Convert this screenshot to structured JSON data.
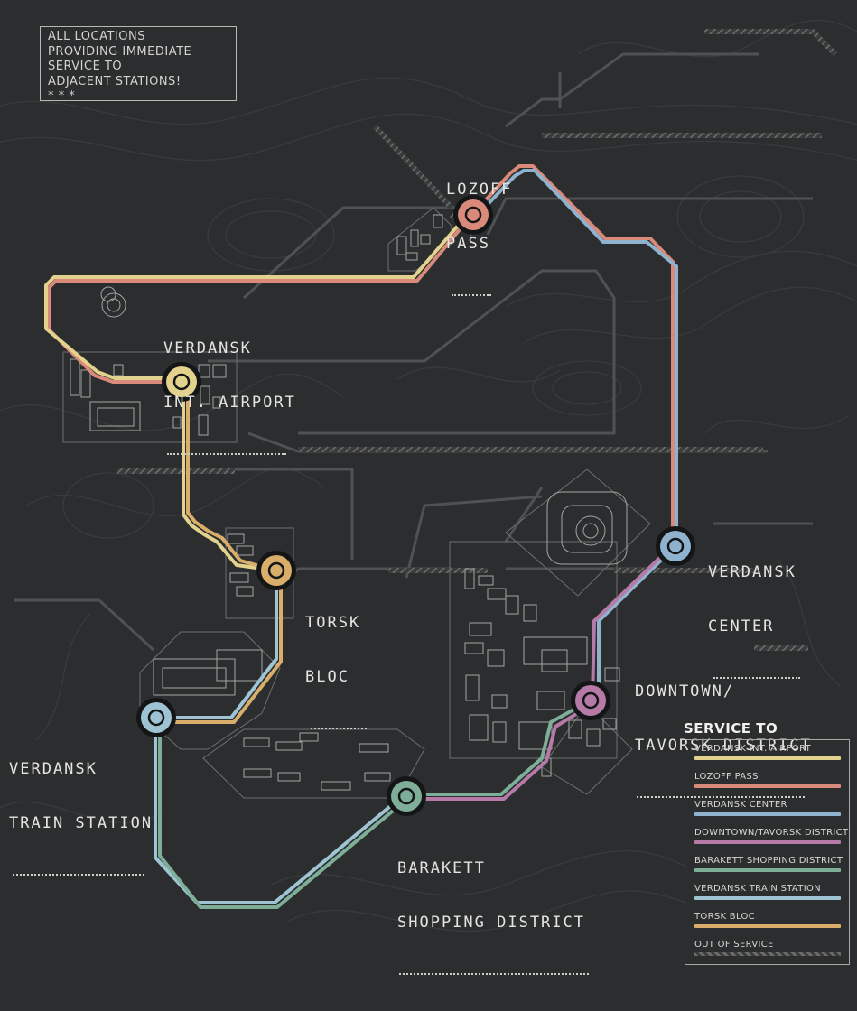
{
  "notice": {
    "lines": [
      "ALL LOCATIONS",
      "PROVIDING IMMEDIATE",
      "SERVICE TO",
      "ADJACENT STATIONS!",
      "* * *"
    ]
  },
  "stations": [
    {
      "key": "airport",
      "line1": "VERDANSK",
      "line2": "INT. AIRPORT",
      "color": "#e2d28d"
    },
    {
      "key": "lozoff",
      "line1": "LOZOFF",
      "line2": "PASS",
      "color": "#d98a7a"
    },
    {
      "key": "center",
      "line1": "VERDANSK",
      "line2": "CENTER",
      "color": "#8fb2cf"
    },
    {
      "key": "downtown",
      "line1": "DOWNTOWN/",
      "line2": "TAVORSK DISTRICT",
      "color": "#b57aa8"
    },
    {
      "key": "barakett",
      "line1": "BARAKETT",
      "line2": "SHOPPING DISTRICT",
      "color": "#7fae98"
    },
    {
      "key": "train",
      "line1": "VERDANSK",
      "line2": "TRAIN STATION",
      "color": "#9ec3d3"
    },
    {
      "key": "torsk",
      "line1": "TORSK",
      "line2": "BLOC",
      "color": "#d9ad6a"
    }
  ],
  "legend": {
    "title": "SERVICE TO",
    "items": [
      {
        "label": "VERDANSK INT. AIRPORT",
        "color": "#e2d28d"
      },
      {
        "label": "LOZOFF PASS",
        "color": "#d98a7a"
      },
      {
        "label": "VERDANSK CENTER",
        "color": "#8fb2cf"
      },
      {
        "label": "DOWNTOWN/TAVORSK DISTRICT",
        "color": "#b57aa8"
      },
      {
        "label": "BARAKETT SHOPPING DISTRICT",
        "color": "#7fae98"
      },
      {
        "label": "VERDANSK TRAIN STATION",
        "color": "#9ec3d3"
      },
      {
        "label": "TORSK BLOC",
        "color": "#d9ad6a"
      },
      {
        "label": "OUT OF SERVICE",
        "color": "#6b6b68"
      }
    ]
  }
}
